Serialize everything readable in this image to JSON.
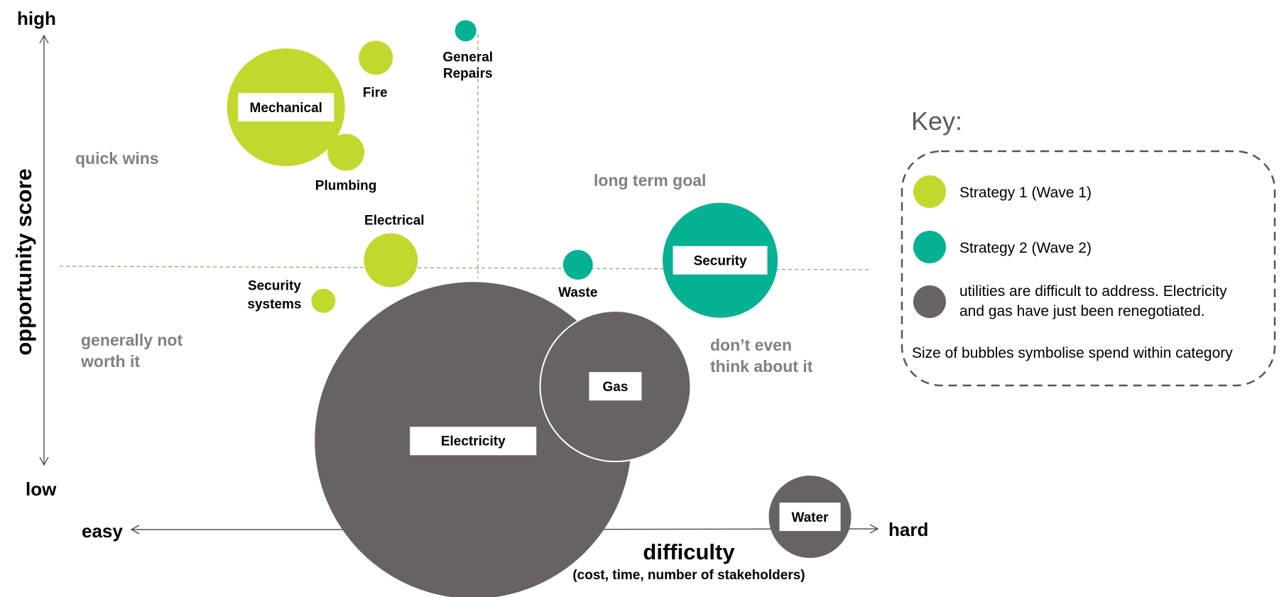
{
  "colors": {
    "strategy1": "#C3D82E",
    "strategy2": "#05B193",
    "utilities": "#676364",
    "quadrant_text": "#808080",
    "divider": "#7FB26A"
  },
  "axes": {
    "y_title": "opportunity score",
    "y_high": "high",
    "y_low": "low",
    "x_title": "difficulty",
    "x_subtitle": "(cost, time, number of stakeholders)",
    "x_easy": "easy",
    "x_hard": "hard"
  },
  "quadrants": {
    "top_left": "quick wins",
    "top_right": "long term goal",
    "bottom_left": [
      "generally not",
      "worth it"
    ],
    "bottom_right": [
      "don’t even",
      "think about it"
    ]
  },
  "key": {
    "title": "Key:",
    "items": [
      {
        "group": "strategy1",
        "lines": [
          "Strategy 1 (Wave 1)"
        ]
      },
      {
        "group": "strategy2",
        "lines": [
          "Strategy 2 (Wave 2)"
        ]
      },
      {
        "group": "utilities",
        "lines": [
          "utilities are difficult to address. Electricity",
          "and gas have just been renegotiated."
        ]
      }
    ],
    "footnote": "Size of bubbles symbolise spend within category"
  },
  "chart_data": {
    "type": "scatter",
    "subtype": "bubble",
    "title": "",
    "xlabel": "difficulty (cost, time, number of stakeholders)",
    "ylabel": "opportunity score",
    "x_range_labels": [
      "easy",
      "hard"
    ],
    "y_range_labels": [
      "low",
      "high"
    ],
    "xlim": [
      0,
      100
    ],
    "ylim": [
      0,
      100
    ],
    "dividers": {
      "x": 48,
      "y": 50
    },
    "size_meaning": "spend within category (relative bubble radius)",
    "legend_position": "right",
    "points": [
      {
        "name": "Mechanical",
        "group": "strategy1",
        "x": 31,
        "y": 85,
        "r": 83,
        "label_style": "box"
      },
      {
        "name": "Fire",
        "group": "strategy1",
        "x": 43,
        "y": 96,
        "r": 24,
        "label_style": "below"
      },
      {
        "name": "Plumbing",
        "group": "strategy1",
        "x": 39,
        "y": 75,
        "r": 26,
        "label_style": "below"
      },
      {
        "name": "General Repairs",
        "group": "strategy2",
        "x": 55,
        "y": 102,
        "r": 15,
        "label_style": "below"
      },
      {
        "name": "Electrical",
        "group": "strategy1",
        "x": 45,
        "y": 51,
        "r": 38,
        "label_style": "above"
      },
      {
        "name": "Security systems",
        "group": "strategy1",
        "x": 36,
        "y": 42,
        "r": 17,
        "label_style": "left"
      },
      {
        "name": "Waste",
        "group": "strategy2",
        "x": 70,
        "y": 50,
        "r": 21,
        "label_style": "below"
      },
      {
        "name": "Security",
        "group": "strategy2",
        "x": 89,
        "y": 51,
        "r": 81,
        "label_style": "box"
      },
      {
        "name": "Electricity",
        "group": "utilities",
        "x": 56,
        "y": 11,
        "r": 223,
        "label_style": "box"
      },
      {
        "name": "Gas",
        "group": "utilities",
        "x": 75,
        "y": 23,
        "r": 106,
        "label_style": "box"
      },
      {
        "name": "Water",
        "group": "utilities",
        "x": 101,
        "y": -6,
        "r": 58,
        "label_style": "box"
      }
    ]
  }
}
